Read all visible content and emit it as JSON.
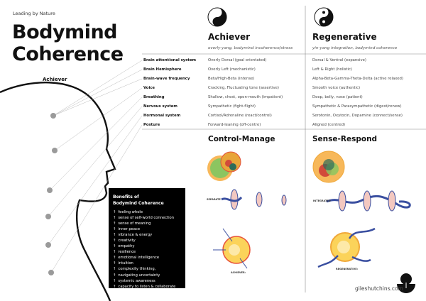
{
  "tagline": "Leading by Nature",
  "title_line1": "Bodymind",
  "title_line2": "Coherence",
  "figure_label": "Achiever",
  "columns": {
    "achiever": {
      "title": "Achiever",
      "subtitle": "overly-yang, bodymind incoherence/stress",
      "section": "Control-Manage"
    },
    "regenerative": {
      "title": "Regenerative",
      "subtitle": "yin-yang integration, bodymind coherence",
      "section": "Sense-Respond"
    }
  },
  "rows": [
    {
      "label": "Brain attentional system",
      "achiever": "Overly Dorsal (goal orientated)",
      "regenerative": "Dorsal & Ventral (expansive)"
    },
    {
      "label": "Brain Hemisphere",
      "achiever": "Overly Left (mechanistic)",
      "regenerative": "Left & Right (holistic)"
    },
    {
      "label": "Brain-wave frequency",
      "achiever": "Beta/High-Beta (intense)",
      "regenerative": "Alpha-Beta-Gamma-Theta-Delta (active relaxed)"
    },
    {
      "label": "Voice",
      "achiever": "Cracking, Fluctuating tone (assertive)",
      "regenerative": "Smooth voice (authentic)"
    },
    {
      "label": "Breathing",
      "achiever": "Shallow, chest, open-mouth (impatient)",
      "regenerative": "Deep, belly, nose (patient)"
    },
    {
      "label": "Nervous system",
      "achiever": "Sympathetic (fight-flight)",
      "regenerative": "Sympathetic & Parasympathetic (digest/renew)"
    },
    {
      "label": "Hormonal system",
      "achiever": "Cortisol/Adrenaline (react/control)",
      "regenerative": "Serotonin, Oxytocin, Dopamine (connect/sense)"
    },
    {
      "label": "Posture",
      "achiever": "Forward-leaning (off-centre)",
      "regenerative": "Aligned (centred)"
    }
  ],
  "diagram_labels": {
    "separate": "SEPARATE",
    "integrated": "INTEGRATED",
    "achiever": "ACHIEVER:",
    "regenerative": "REGENERATIVE:"
  },
  "benefits": {
    "title_line1": "Benefits of",
    "title_line2": "Bodymind Coherence",
    "arrow": "↑",
    "items": [
      "feeling whole",
      "sense of self-world connection",
      "sense of meaning",
      "inner peace",
      "vibrance & energy",
      "creativity",
      "empathy",
      "resilience",
      "emotional intelligence",
      "intuition",
      "complexity thinking,",
      "navigating uncertainty",
      "systemic awareness",
      "capacity to listen & collaborate"
    ]
  },
  "website": "gileshutchins.com",
  "colors": {
    "ink": "#111111",
    "orange": "#f0a83a",
    "yellow": "#fbd35a",
    "blue": "#3a4fa0",
    "pink": "#f3c8c0",
    "dot": "#9a9a9a"
  }
}
